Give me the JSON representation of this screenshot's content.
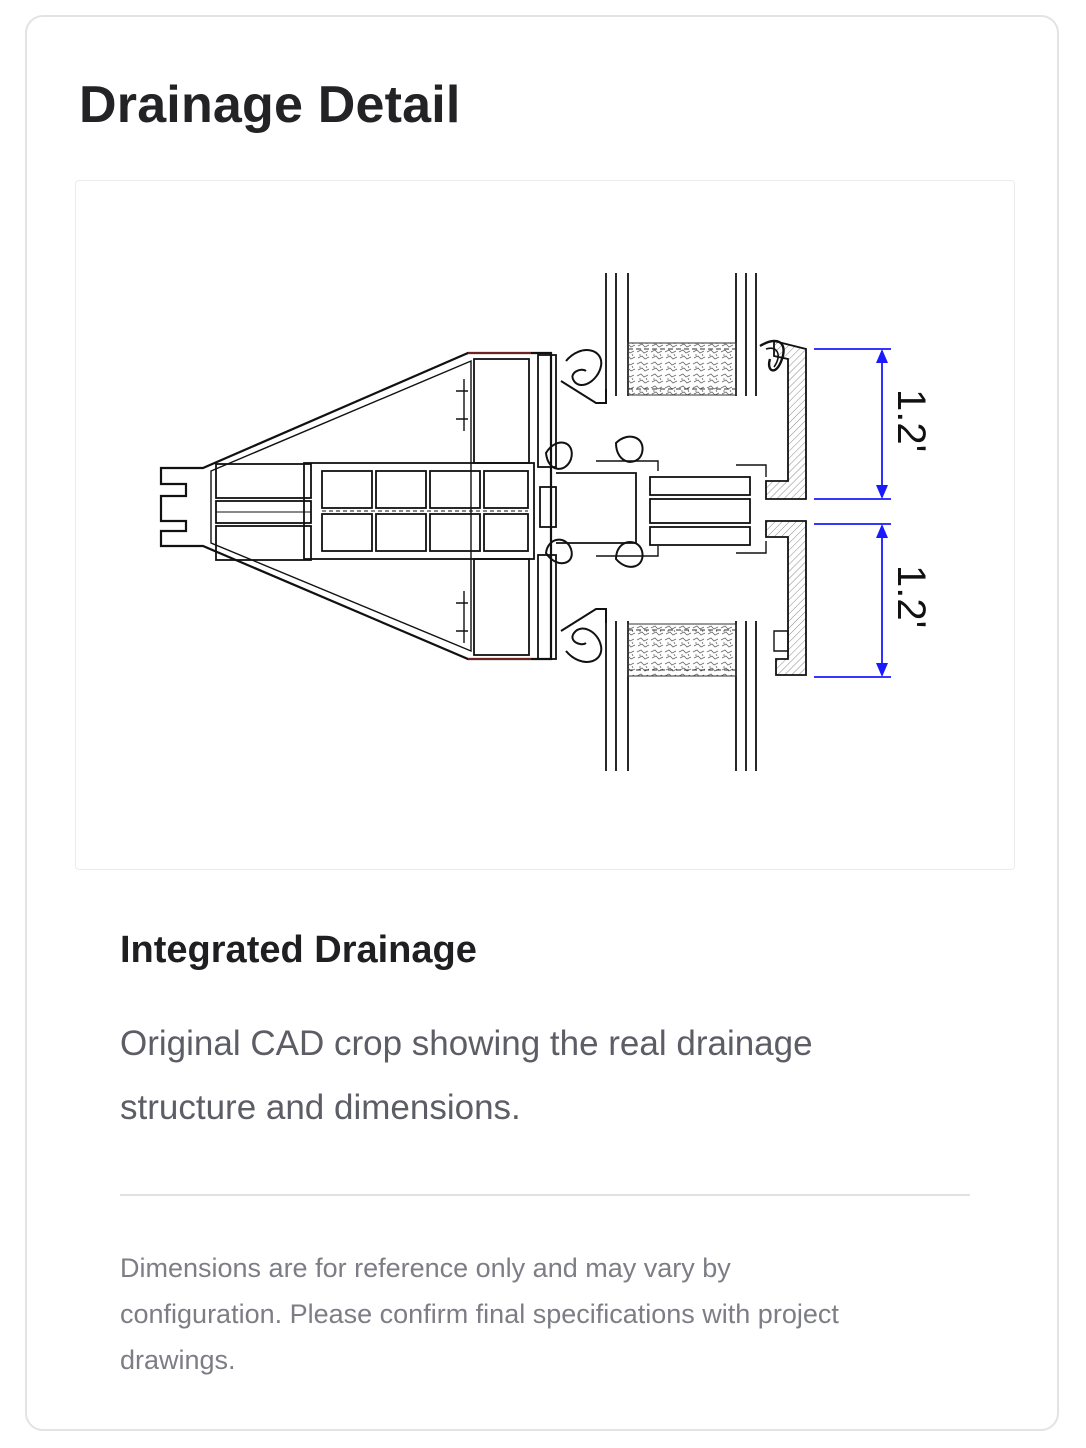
{
  "card": {
    "title": "Drainage Detail"
  },
  "figure": {
    "dimension_upper": "1.2'",
    "dimension_lower": "1.2'",
    "colors": {
      "line": "#111111",
      "dimension": "#1a1aff",
      "insulation": "#666666"
    }
  },
  "section": {
    "heading": "Integrated Drainage",
    "description": "Original CAD crop showing the real drainage structure and dimensions.",
    "footnote": "Dimensions are for reference only and may vary by configuration. Please confirm final specifications with project drawings."
  }
}
